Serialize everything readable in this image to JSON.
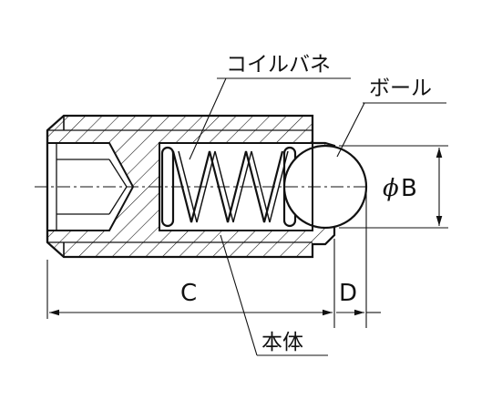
{
  "labels": {
    "coil_spring": "コイルバネ",
    "ball": "ボール",
    "body": "本体",
    "dim_c": "C",
    "dim_d": "D",
    "dim_b_symbol": "ϕ",
    "dim_b_letter": "B"
  },
  "colors": {
    "line": "#111111",
    "background": "#ffffff"
  }
}
